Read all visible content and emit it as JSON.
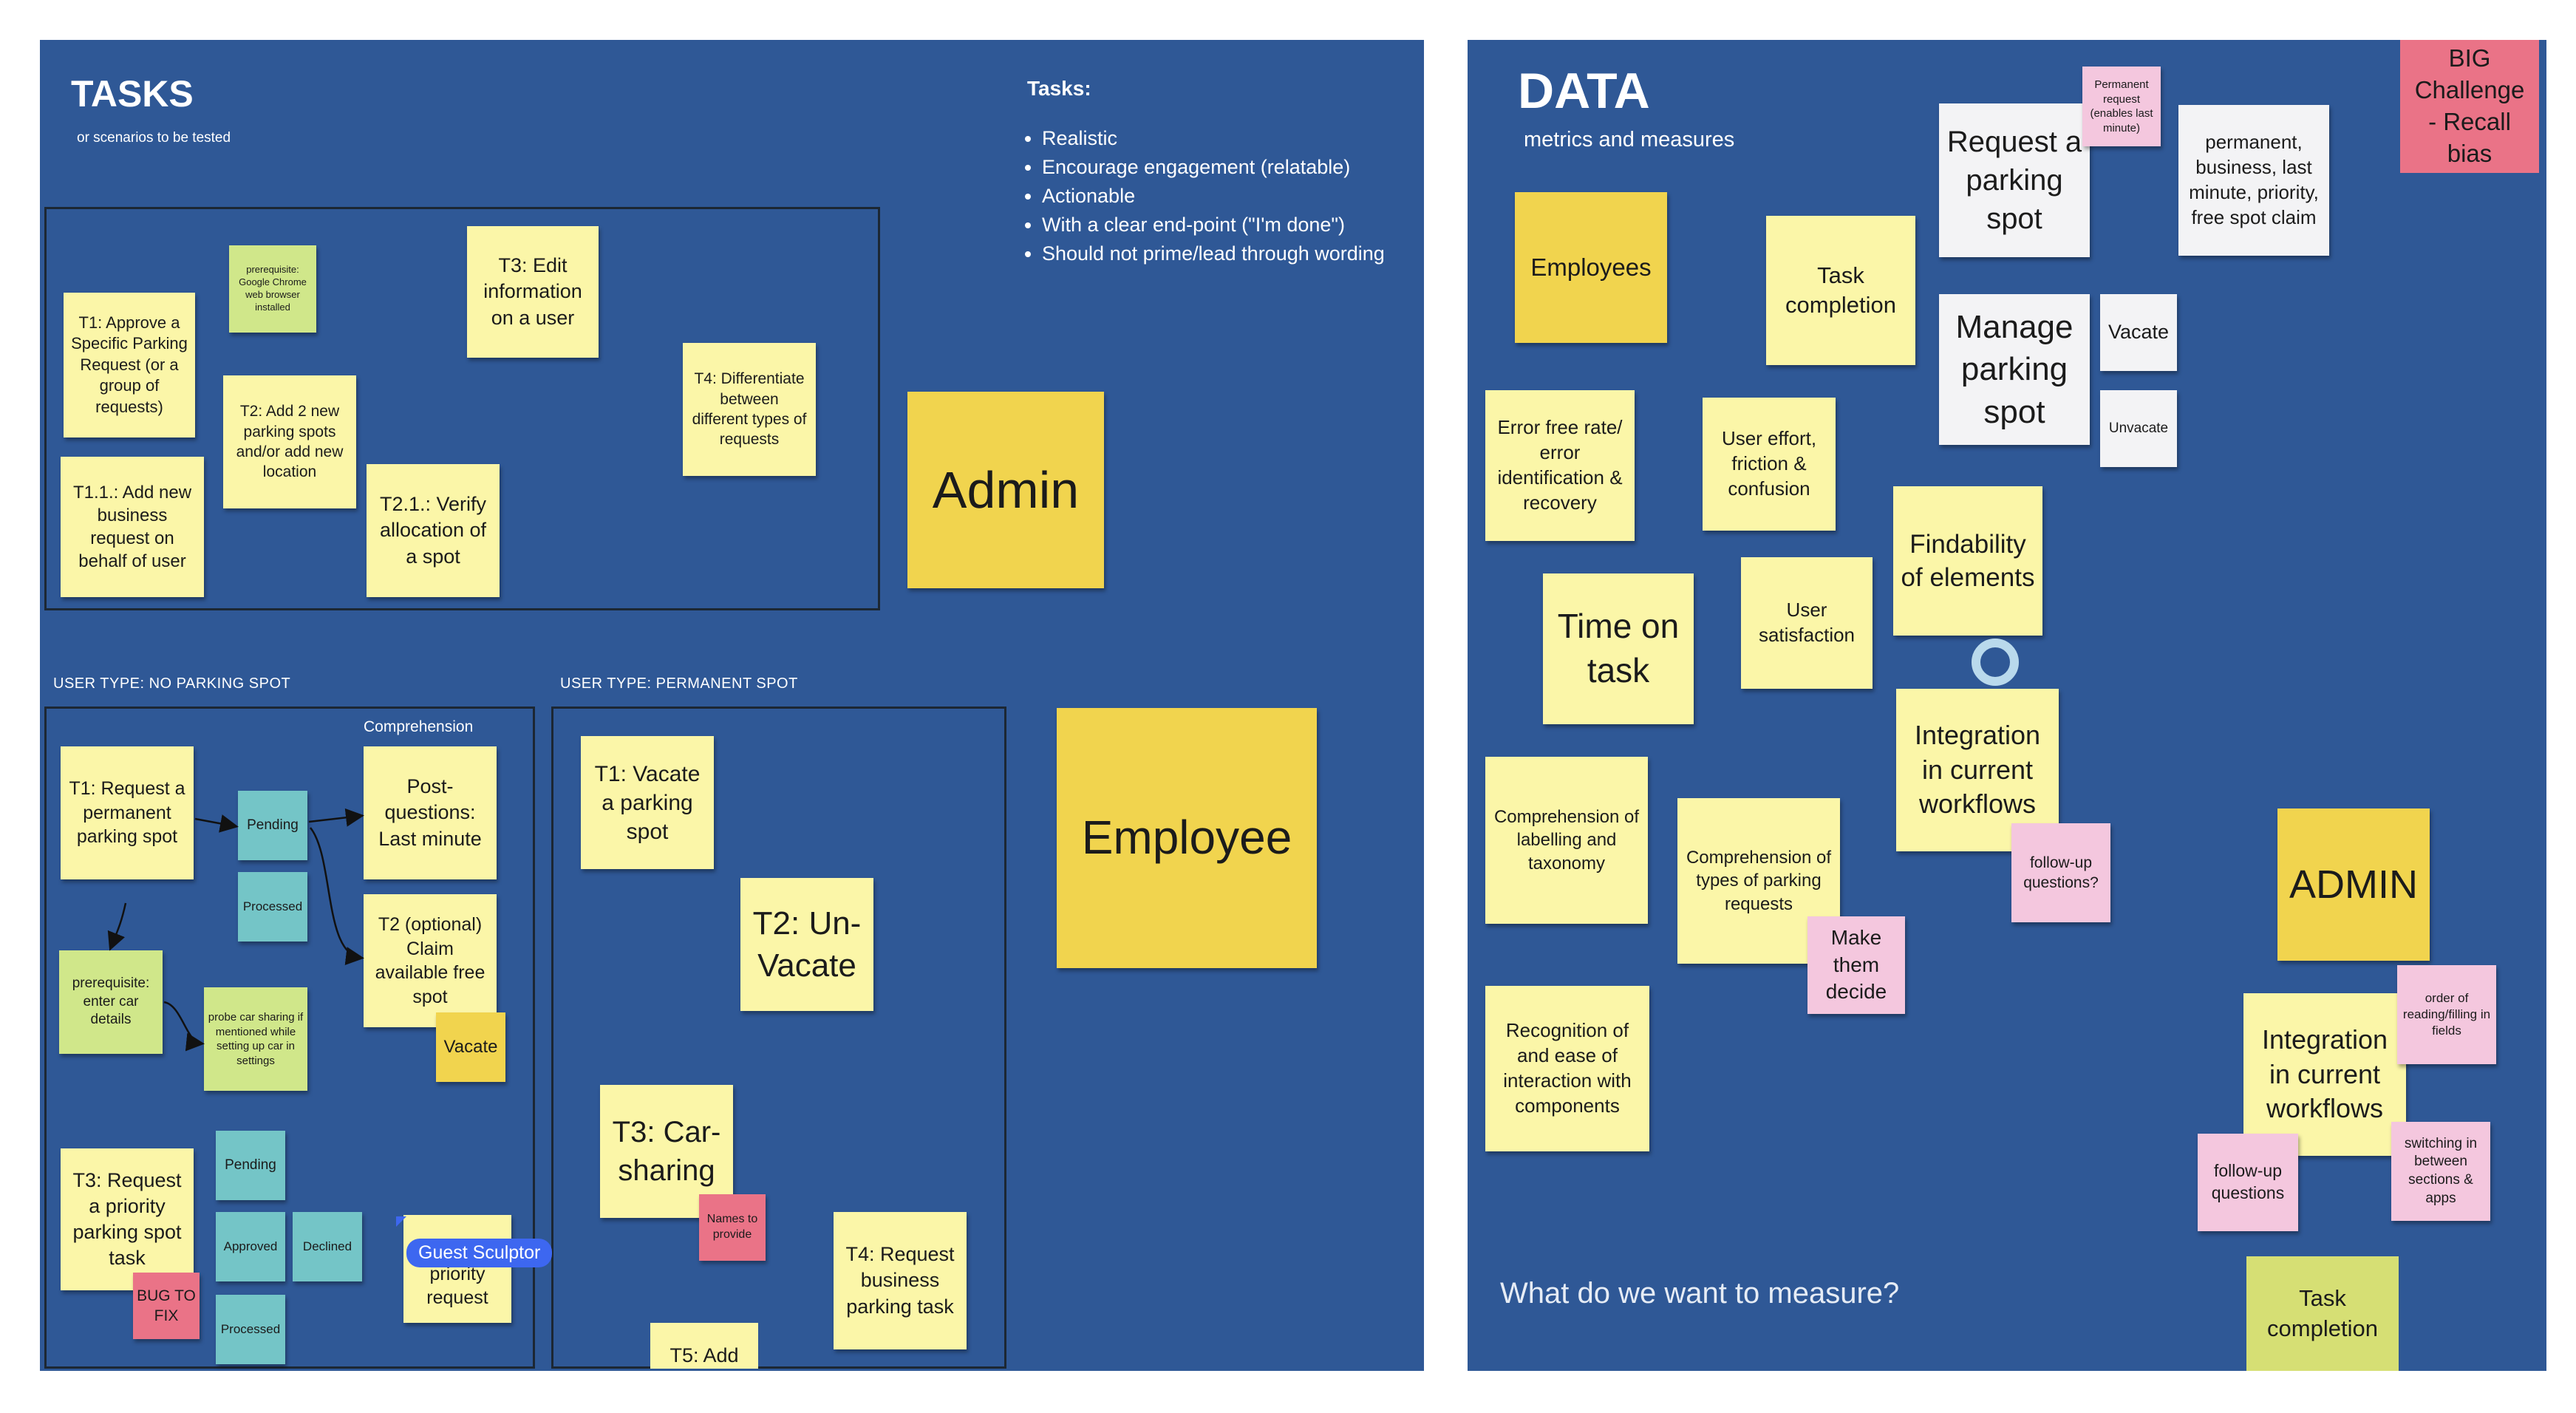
{
  "tasks_board": {
    "title": "TASKS",
    "subtitle": "or scenarios to be tested",
    "criteria_title": "Tasks:",
    "criteria": [
      "Realistic",
      "Encourage engagement (relatable)",
      "Actionable",
      "With a clear end-point (\"I'm done\")",
      "Should not prime/lead through wording"
    ],
    "admin_notes": {
      "t1": "T1: Approve a Specific Parking Request (or a group of requests)",
      "t1_1": "T1.1.: Add new business request on behalf of user",
      "prereq": "prerequisite: Google Chrome web browser installed",
      "t2": "T2: Add 2 new parking spots and/or add new location",
      "t2_1": "T2.1.: Verify allocation of a spot",
      "t3": "T3: Edit information on a user",
      "t4": "T4: Differentiate between different types of requests",
      "label": "Admin"
    },
    "no_spot": {
      "label": "USER TYPE: NO PARKING SPOT",
      "comprehension": "Comprehension",
      "t1": "T1: Request a permanent parking spot",
      "pending": "Pending",
      "processed": "Processed",
      "post_questions": "Post-questions: Last minute",
      "t2": "T2 (optional) Claim available free spot",
      "vacate": "Vacate",
      "prereq_car": "prerequisite: enter car details",
      "probe_car": "probe car sharing if mentioned while setting up car in settings",
      "t3": "T3: Request a priority parking spot task",
      "bug": "BUG TO FIX",
      "pending2": "Pending",
      "approved": "Approved",
      "declined": "Declined",
      "processed2": "Processed",
      "t4": "T4: Delete priority request"
    },
    "permanent": {
      "label": "USER TYPE: PERMANENT SPOT",
      "t1": "T1: Vacate a parking spot",
      "t2": "T2: Un-Vacate",
      "t3": "T3: Car-sharing",
      "names": "Names to provide",
      "t4": "T4: Request business parking task",
      "t5": "T5: Add"
    },
    "employee_label": "Employee",
    "cursor_label": "Guest Sculptor"
  },
  "data_board": {
    "title": "DATA",
    "subtitle": "metrics and measures",
    "notes": {
      "employees": "Employees",
      "task_completion": "Task completion",
      "error_free": "Error free rate/ error identification & recovery",
      "user_effort": "User effort, friction & confusion",
      "time_on_task": "Time on task",
      "user_satisfaction": "User satisfaction",
      "findability": "Findability of elements",
      "comp_labelling": "Comprehension of labelling and taxonomy",
      "comp_types": "Comprehension of types of parking requests",
      "make_them_decide": "Make them decide",
      "integration": "Integration in current workflows",
      "followup1": "follow-up questions?",
      "recognition": "Recognition of and ease of interaction with components",
      "request_spot": "Request a parking spot",
      "permanent_request": "Permanent request (enables last minute)",
      "permanent_types": "permanent, business, last minute, priority, free spot claim",
      "manage_spot": "Manage parking spot",
      "vacate": "Vacate",
      "unvacate": "Unvacate",
      "big_challenge": "BIG Challenge - Recall bias",
      "admin": "ADMIN",
      "admin_integration": "Integration in current workflows",
      "order_reading": "order of reading/filling in fields",
      "followup2": "follow-up questions",
      "switching": "switching in between sections & apps",
      "admin_task_completion": "Task completion"
    },
    "question": "What do we want to measure?"
  },
  "colors": {
    "board": "#2f5896",
    "sticky_yellow": "#fbf6a8",
    "sticky_gold": "#f1d44e",
    "sticky_white": "#f3f3f5",
    "sticky_teal": "#74c5c7",
    "sticky_lime": "#d0e78a",
    "sticky_pink": "#f4c7de",
    "sticky_red": "#ea7387",
    "cursor_blue": "#3d67f0"
  }
}
